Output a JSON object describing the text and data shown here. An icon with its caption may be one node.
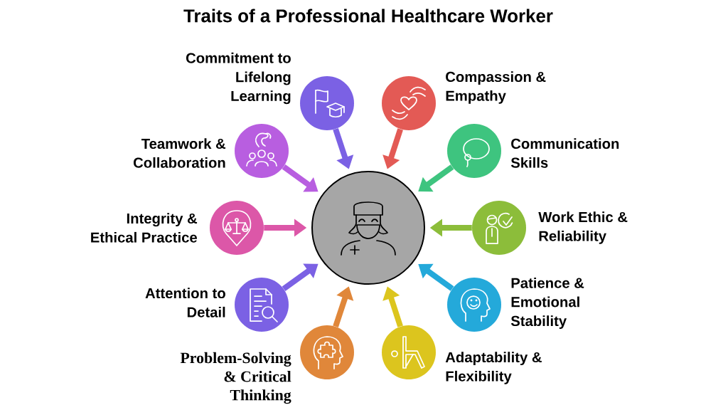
{
  "diagram": {
    "title": "Traits of a Professional Healthcare Worker",
    "nodes": [
      {
        "text": [],
        "shape": "circle"
      },
      {
        "text": [],
        "shape": "circle",
        "beside": [
          "Commitment to Lifelong Learning"
        ]
      },
      {
        "text": [],
        "shape": "circle",
        "beside": [
          "Compassion & Empathy"
        ]
      },
      {
        "text": [],
        "shape": "circle",
        "beside": [
          "Communication Skills"
        ]
      },
      {
        "text": [],
        "shape": "circle",
        "beside": [
          "Work Ethic & Reliability"
        ]
      },
      {
        "text": [],
        "shape": "circle",
        "beside": [
          "Patience & Emotional Stability"
        ]
      },
      {
        "text": [],
        "shape": "circle",
        "beside": [
          "Adaptability & Flexibility"
        ]
      },
      {
        "text": [],
        "shape": "circle",
        "beside": [
          "Problem-Solving & Critical Thinking"
        ]
      },
      {
        "text": [],
        "shape": "circle",
        "beside": [
          "Attention to Detail"
        ]
      },
      {
        "text": [],
        "shape": "circle",
        "beside": [
          "Integrity & Ethical Practice"
        ]
      },
      {
        "text": [],
        "shape": "circle",
        "beside": [
          "Teamwork & Collaboration"
        ]
      }
    ],
    "edges": [
      {
        "from": 1,
        "to": 0,
        "arrow": "to",
        "color": "#7b61e4"
      },
      {
        "from": 2,
        "to": 0,
        "arrow": "to",
        "color": "#e35a55"
      },
      {
        "from": 3,
        "to": 0,
        "arrow": "to",
        "color": "#3ec47f"
      },
      {
        "from": 4,
        "to": 0,
        "arrow": "to",
        "color": "#8cbd3a"
      },
      {
        "from": 5,
        "to": 0,
        "arrow": "to",
        "color": "#24a9da"
      },
      {
        "from": 6,
        "to": 0,
        "arrow": "to",
        "color": "#dcc51e"
      },
      {
        "from": 7,
        "to": 0,
        "arrow": "to",
        "color": "#e0873a"
      },
      {
        "from": 8,
        "to": 0,
        "arrow": "to",
        "color": "#7b61e4"
      },
      {
        "from": 9,
        "to": 0,
        "arrow": "to",
        "color": "#dc57a8"
      },
      {
        "from": 10,
        "to": 0,
        "arrow": "to",
        "color": "#b85ee0"
      }
    ]
  }
}
